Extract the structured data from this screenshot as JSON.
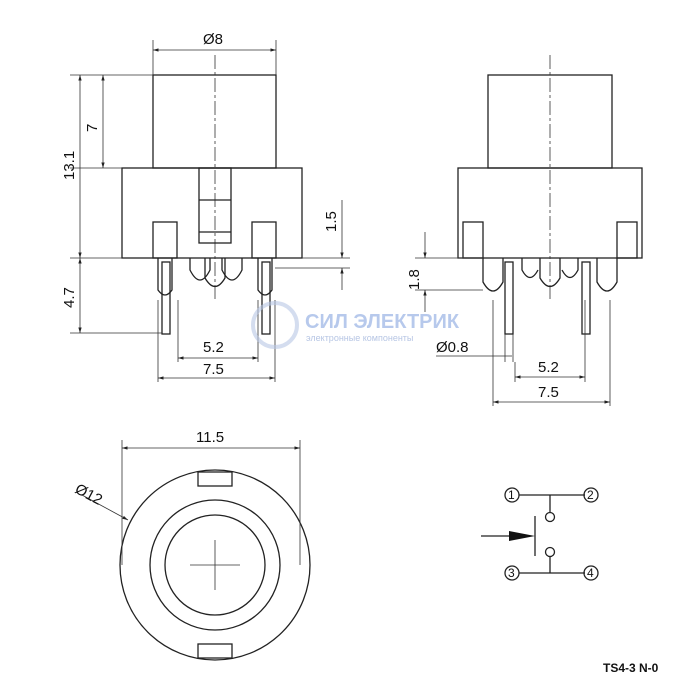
{
  "dimensions": {
    "front": {
      "cap_diameter": "Ø8",
      "total_height": "13.1",
      "cap_height": "7",
      "body_offset": "1.5",
      "pin_length": "4.7",
      "pin_spacing_inner": "5.2",
      "pin_spacing_outer": "7.5"
    },
    "side": {
      "offset": "1.8",
      "pin_diameter": "Ø0.8",
      "pin_spacing_inner": "5.2",
      "pin_spacing_outer": "7.5"
    },
    "bottom": {
      "width": "11.5",
      "diameter": "Ø12"
    }
  },
  "schematic": {
    "pins": [
      "1",
      "2",
      "3",
      "4"
    ]
  },
  "watermark": {
    "title": "СИЛ ЭЛЕКТРИК",
    "subtitle": "электронные компоненты"
  },
  "model_label": "TS4-3   N-0"
}
